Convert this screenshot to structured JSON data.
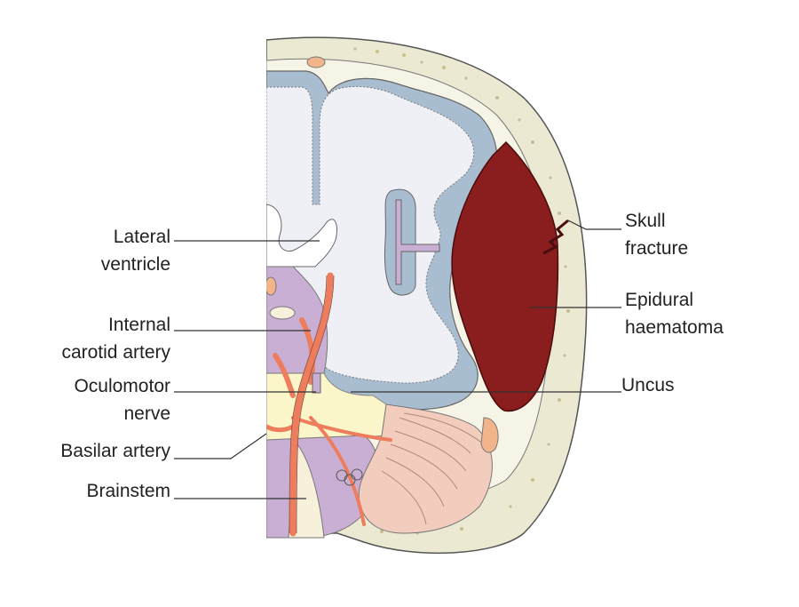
{
  "labels": {
    "lateral_ventricle": [
      "Lateral",
      "ventricle"
    ],
    "internal_carotid_artery": [
      "Internal",
      "carotid artery"
    ],
    "oculomotor_nerve": [
      "Oculomotor",
      "nerve"
    ],
    "basilar_artery": [
      "Basilar artery"
    ],
    "brainstem": [
      "Brainstem"
    ],
    "skull_fracture": [
      "Skull",
      "fracture"
    ],
    "epidural_haematoma": [
      "Epidural",
      "haematoma"
    ],
    "uncus": [
      "Uncus"
    ]
  },
  "colors": {
    "bone": "#ece9d3",
    "bone_dots": "#cfc6a0",
    "grey_matter": "#a9bdd0",
    "white_matter": "#eef0f6",
    "haematoma": "#8a1d1d",
    "cistern": "#fbf6c9",
    "cerebellum": "#f2cdbd",
    "artery": "#ee7d5d",
    "purple": "#c9afd4",
    "brainstem": "#f7f1dc",
    "outline": "#555555"
  }
}
